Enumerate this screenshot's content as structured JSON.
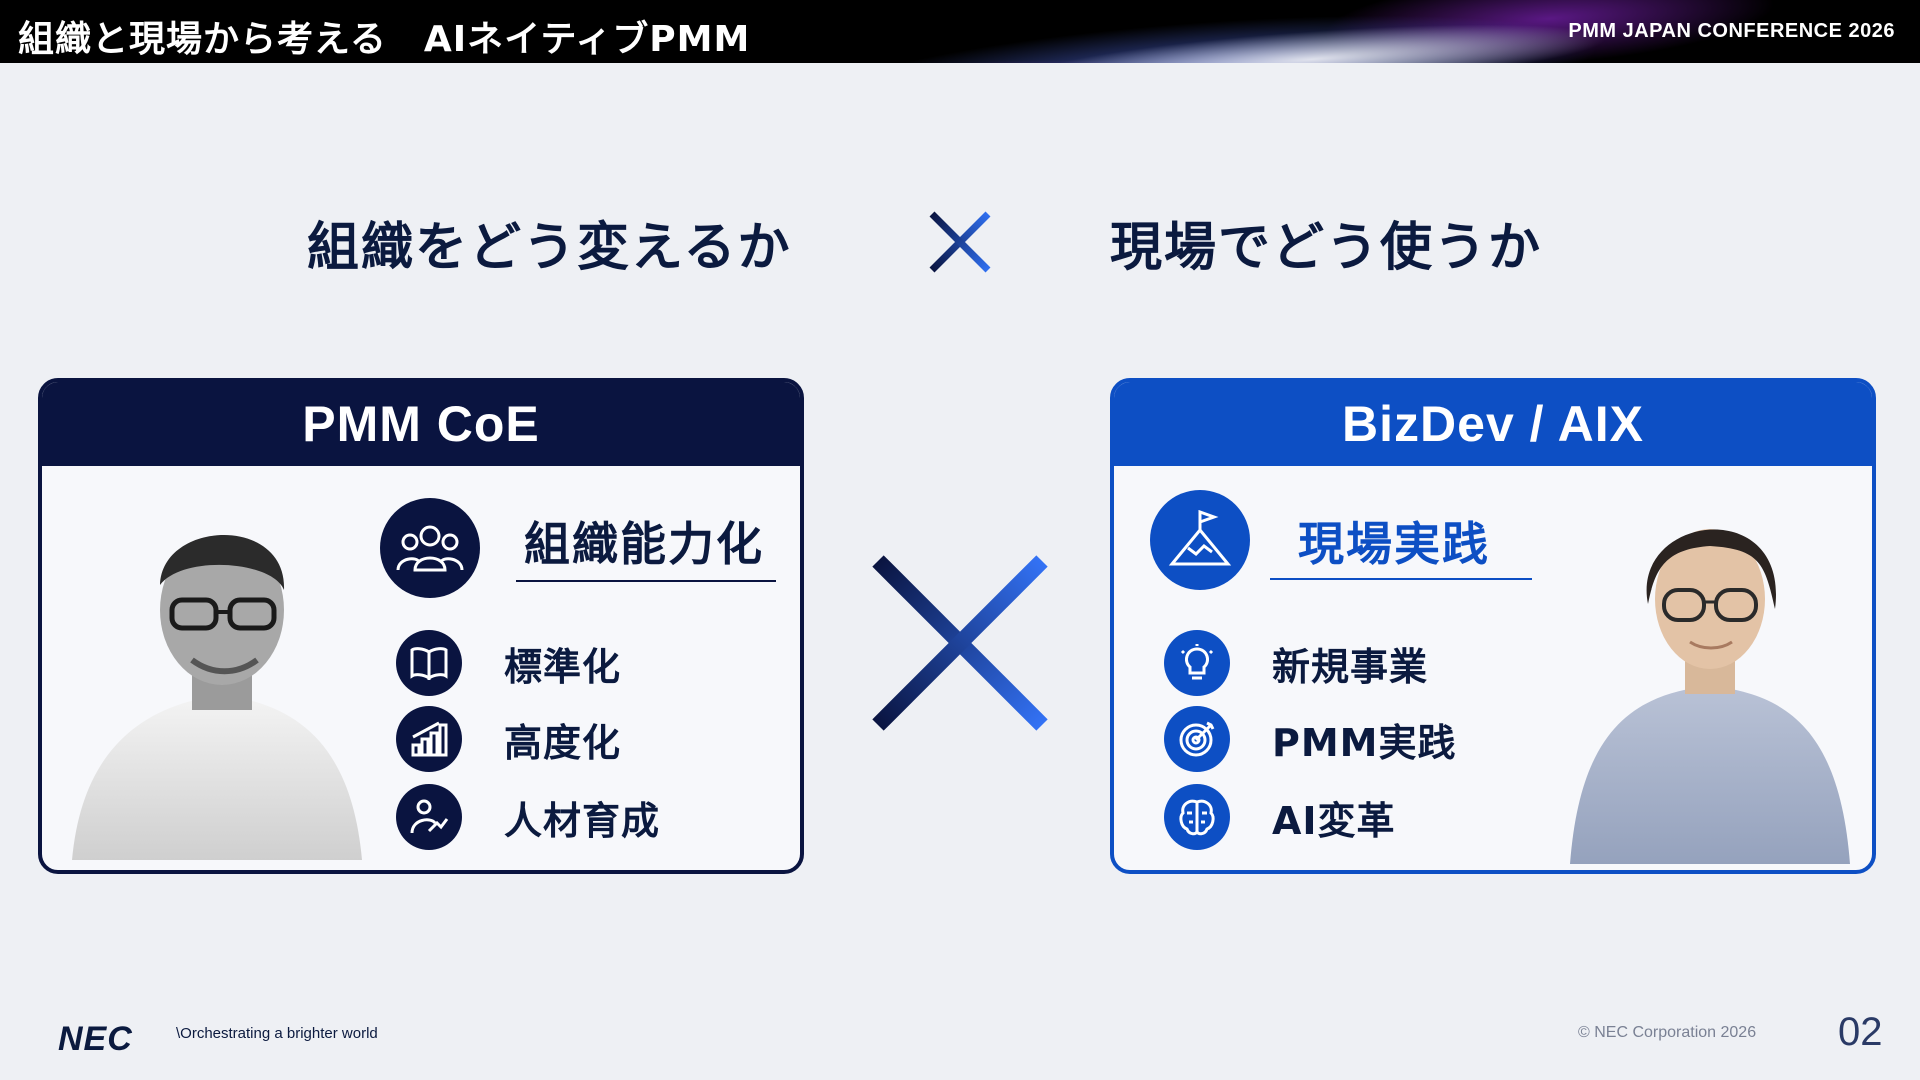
{
  "header": {
    "title": "組織と現場から考える　AIネイティブPMM",
    "conference": "PMM JAPAN CONFERENCE 2026"
  },
  "headline": {
    "left": "組織をどう変えるか",
    "right": "現場でどう使うか"
  },
  "cards": {
    "left": {
      "title": "PMM CoE",
      "main_label": "組織能力化",
      "main_icon": "people-group-icon",
      "items": [
        {
          "label": "標準化",
          "icon": "book-icon"
        },
        {
          "label": "高度化",
          "icon": "bar-chart-icon"
        },
        {
          "label": "人材育成",
          "icon": "person-growth-icon"
        }
      ]
    },
    "right": {
      "title": "BizDev / AIX",
      "main_label": "現場実践",
      "main_icon": "mountain-flag-icon",
      "items": [
        {
          "label": "新規事業",
          "icon": "lightbulb-icon"
        },
        {
          "label": "PMM実践",
          "icon": "target-icon"
        },
        {
          "label": "AI変革",
          "icon": "brain-icon"
        }
      ]
    }
  },
  "footer": {
    "logo": "NEC",
    "tagline": "\\Orchestrating a brighter world",
    "copyright": "© NEC Corporation 2026",
    "page": "02"
  },
  "colors": {
    "navy": "#0a1440",
    "blue": "#0d4fc4",
    "background": "#eef0f4"
  }
}
